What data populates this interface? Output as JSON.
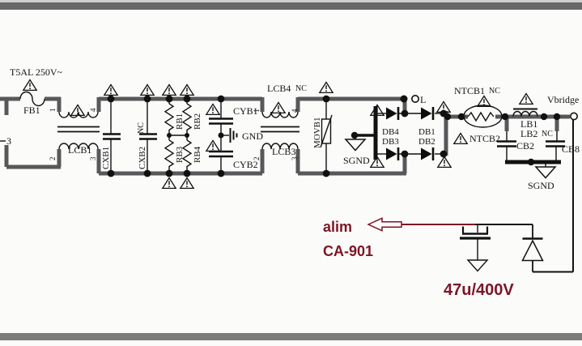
{
  "colors": {
    "accent_red": "#7d1526",
    "wire_gray": "#58585a",
    "border_gray": "#686868"
  },
  "schematic": {
    "input": {
      "fuse_rating": "T5AL 250V~",
      "fuse": "FB1",
      "pin": "3"
    },
    "choke1": {
      "label": "LCB1",
      "pins": [
        "1",
        "4",
        "2",
        "3"
      ]
    },
    "xcaps": {
      "cxb1": "CXB1",
      "cxb2": "CXB2",
      "cxb2_nc": "NC"
    },
    "resistors": {
      "rb1": "RB1",
      "rb2": "RB2",
      "rb3": "RB3",
      "rb4": "RB4"
    },
    "ycaps": {
      "cyb1": "CYB1",
      "cyb2": "CYB2",
      "gnd": "GND"
    },
    "choke2": {
      "top": "LCB4",
      "top_nc": "NC",
      "bottom": "LCB3",
      "pins": [
        "1",
        "4",
        "2",
        "3"
      ]
    },
    "varistor": "MOVB1",
    "line_terminal": "L",
    "bridge": {
      "db4": "DB4",
      "db3": "DB3",
      "db1": "DB1",
      "db2": "DB2",
      "sgnd": "SGND"
    },
    "ntc": {
      "ntcb1": "NTCB1",
      "ntcb1_nc": "NC",
      "ntcb2": "NTCB2"
    },
    "outfilter": {
      "lb1": "LB1",
      "lb2": "LB2",
      "lb2_nc": "NC",
      "cb2": "CB2",
      "cb8": "CB8",
      "sgnd": "SGND"
    },
    "output_terminal": "Vbridge",
    "annotations": {
      "alim": "alim",
      "board": "CA-901",
      "cap_value": "47u/400V"
    }
  }
}
